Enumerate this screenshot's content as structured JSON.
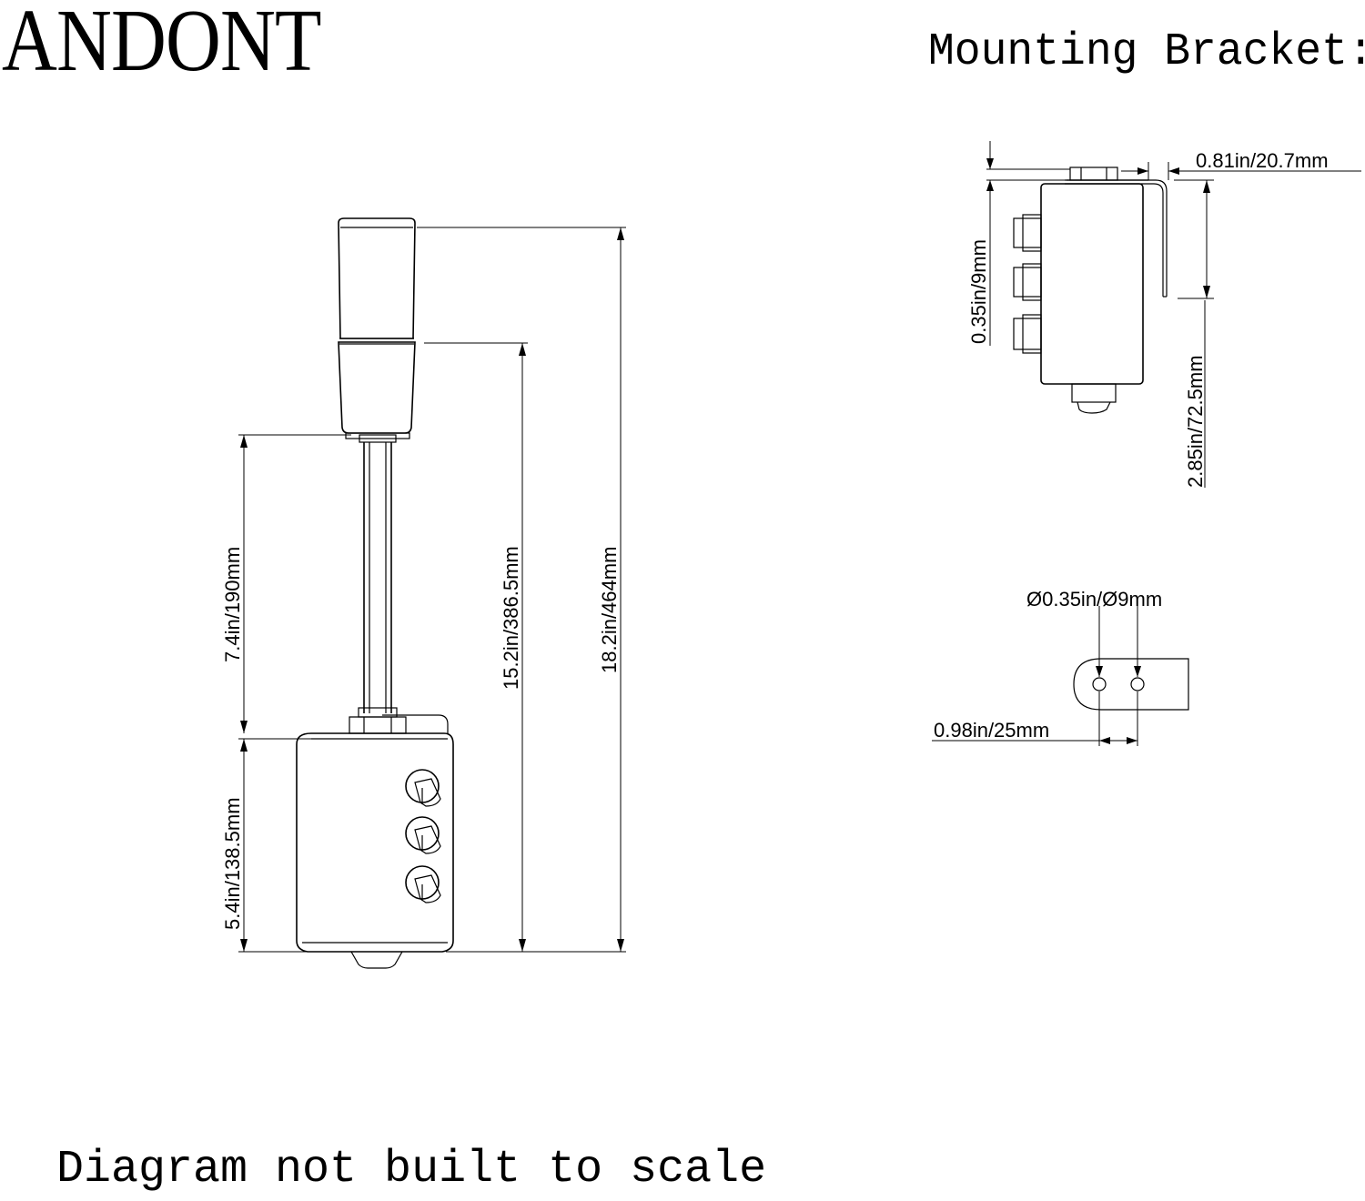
{
  "header": {
    "brand": "ANDONT",
    "bracket_title": "Mounting Bracket:"
  },
  "footer": {
    "note": "Diagram not built to scale"
  },
  "dimensions": {
    "overall_height": "18.2in/464mm",
    "to_light_bottom": "15.2in/386.5mm",
    "pole_length": "7.4in/190mm",
    "box_height": "5.4in/138.5mm",
    "bracket_thickness": "0.35in/9mm",
    "bracket_offset": "0.81in/20.7mm",
    "bracket_height": "2.85in/72.5mm",
    "hole_diameter": "Ø0.35in/Ø9mm",
    "hole_spacing": "0.98in/25mm"
  },
  "colors": {
    "line": "#000000",
    "background": "#ffffff"
  }
}
